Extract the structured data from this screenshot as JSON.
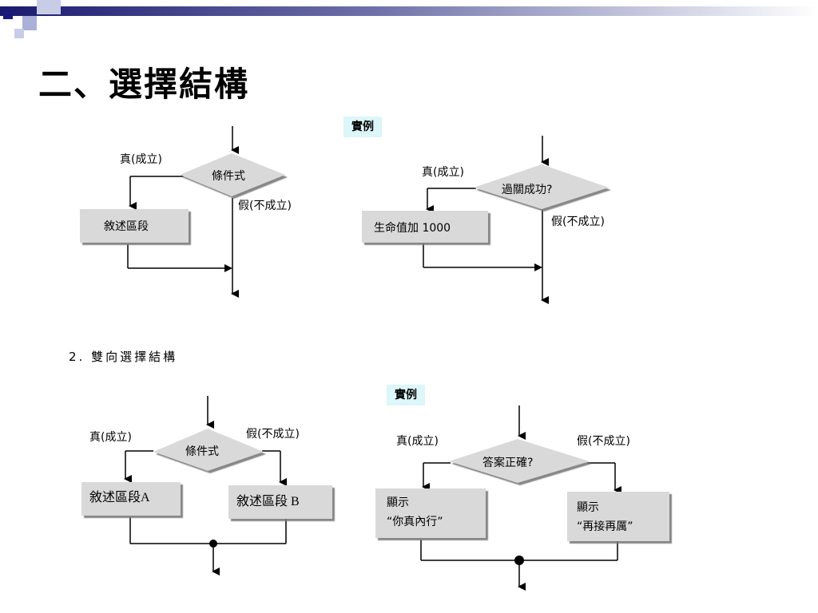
{
  "slide": {
    "title": "二、選擇結構",
    "section_label": "2.  雙向選擇結構"
  },
  "colors": {
    "bar_dark": "#1a1a6e",
    "square_dark": "#1a1a7a",
    "square_light": "#aab0d8",
    "box_fill": "#d9d9d9",
    "tag_fill": "#dcf6fa"
  },
  "diagrams": {
    "generic_single": {
      "true_label": "真(成立)",
      "condition": "條件式",
      "false_label": "假(不成立)",
      "block": "敘述區段"
    },
    "example_single": {
      "tag": "實例",
      "true_label": "真(成立)",
      "condition": "過關成功?",
      "false_label": "假(不成立)",
      "block": "生命值加 1000"
    },
    "generic_double": {
      "true_label": "真(成立)",
      "condition": "條件式",
      "false_label": "假(不成立)",
      "block_a": "敘述區段A",
      "block_b": "敘述區段 B"
    },
    "example_double": {
      "tag": "實例",
      "true_label": "真(成立)",
      "condition": "答案正確?",
      "false_label": "假(不成立)",
      "block_a_line1": "顯示",
      "block_a_line2": "“你真內行”",
      "block_b_line1": "顯示",
      "block_b_line2": "“再接再厲”"
    }
  }
}
